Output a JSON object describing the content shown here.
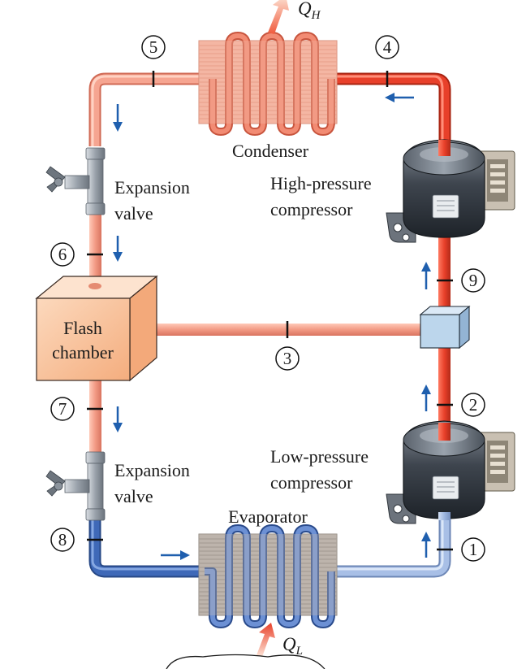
{
  "heat_labels": {
    "q_high_main": "Q",
    "q_high_sub": "H",
    "q_low_main": "Q",
    "q_low_sub": "L"
  },
  "components": {
    "condenser": "Condenser",
    "evaporator": "Evaporator",
    "expansion_valve_upper": [
      "Expansion",
      "valve"
    ],
    "expansion_valve_lower": [
      "Expansion",
      "valve"
    ],
    "high_pressure_compressor": [
      "High-pressure",
      "compressor"
    ],
    "low_pressure_compressor": [
      "Low-pressure",
      "compressor"
    ],
    "flash_chamber": [
      "Flash",
      "chamber"
    ]
  },
  "state_points": [
    "1",
    "2",
    "3",
    "4",
    "5",
    "6",
    "7",
    "8",
    "9"
  ],
  "colors": {
    "hot_pipe": "#e84a35",
    "warm_pipe": "#f29a84",
    "cold_pipe": "#4a74c0",
    "cool_pipe": "#9db6df",
    "flash_chamber": "#f8c39c",
    "mixing_box": "#bcd6ec",
    "flow_arrow": "#1f5fae"
  }
}
